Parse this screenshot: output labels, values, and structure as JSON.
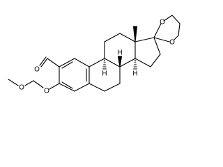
{
  "molecule": {
    "atoms": {
      "aldehyde_o": "O",
      "ether_o_1": "O",
      "ether_o_2": "O",
      "ketal_o_1": "O",
      "ketal_o_2": "O",
      "c8_h": "H",
      "c9_h": "H",
      "c14_h": "H"
    }
  }
}
